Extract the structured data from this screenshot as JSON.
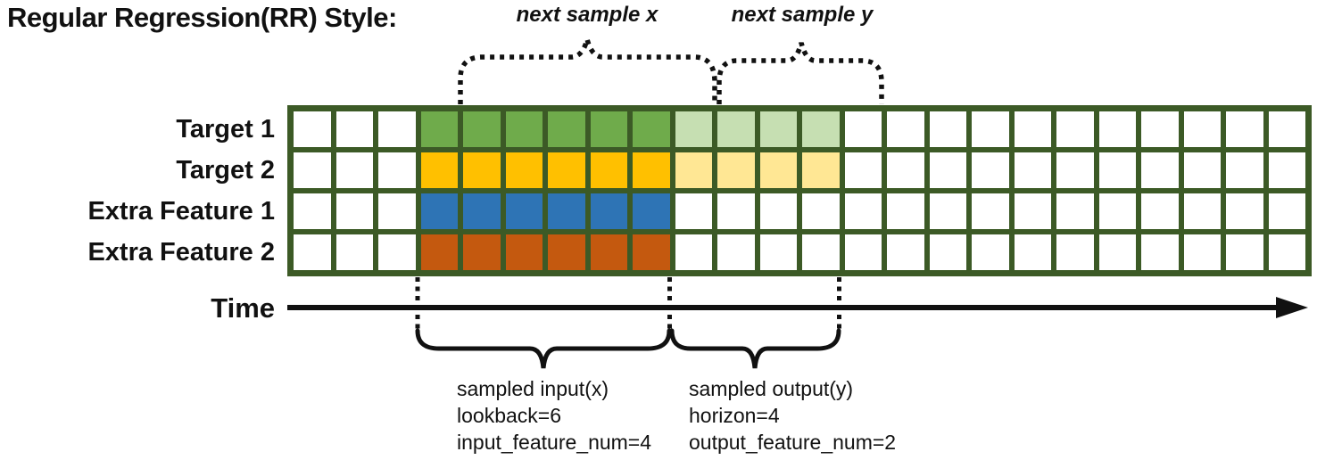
{
  "title": "Regular Regression(RR) Style:",
  "colors": {
    "grid_line": "#3C5A26",
    "empty_cell": "#FFFFFF",
    "target1_input": "#6FAB4B",
    "target1_output": "#C6DFB2",
    "target2_input": "#FFC000",
    "target2_output": "#FFE794",
    "extra_feature1_input": "#2E74B5",
    "extra_feature2_input": "#C4590F",
    "line_black": "#111111"
  },
  "grid": {
    "layout": {
      "total_cols": 24,
      "empty_lead_cols": 3,
      "input_cols": 6,
      "output_cols": 4
    },
    "rows": [
      {
        "label": "Target 1",
        "input_color": "#6FAB4B",
        "output_color": "#C6DFB2"
      },
      {
        "label": "Target 2",
        "input_color": "#FFC000",
        "output_color": "#FFE794"
      },
      {
        "label": "Extra Feature 1",
        "input_color": "#2E74B5",
        "output_color": null
      },
      {
        "label": "Extra Feature 2",
        "input_color": "#C4590F",
        "output_color": null
      }
    ]
  },
  "annotations": {
    "next_sample_x": "next sample x",
    "next_sample_y": "next sample y",
    "time_label": "Time",
    "input_block": {
      "lines": [
        "sampled input(x)",
        "lookback=6",
        "input_feature_num=4"
      ]
    },
    "output_block": {
      "lines": [
        "sampled output(y)",
        "horizon=4",
        "output_feature_num=2"
      ]
    }
  },
  "sample_params": {
    "lookback": 6,
    "horizon": 4,
    "input_feature_num": 4,
    "output_feature_num": 2
  }
}
